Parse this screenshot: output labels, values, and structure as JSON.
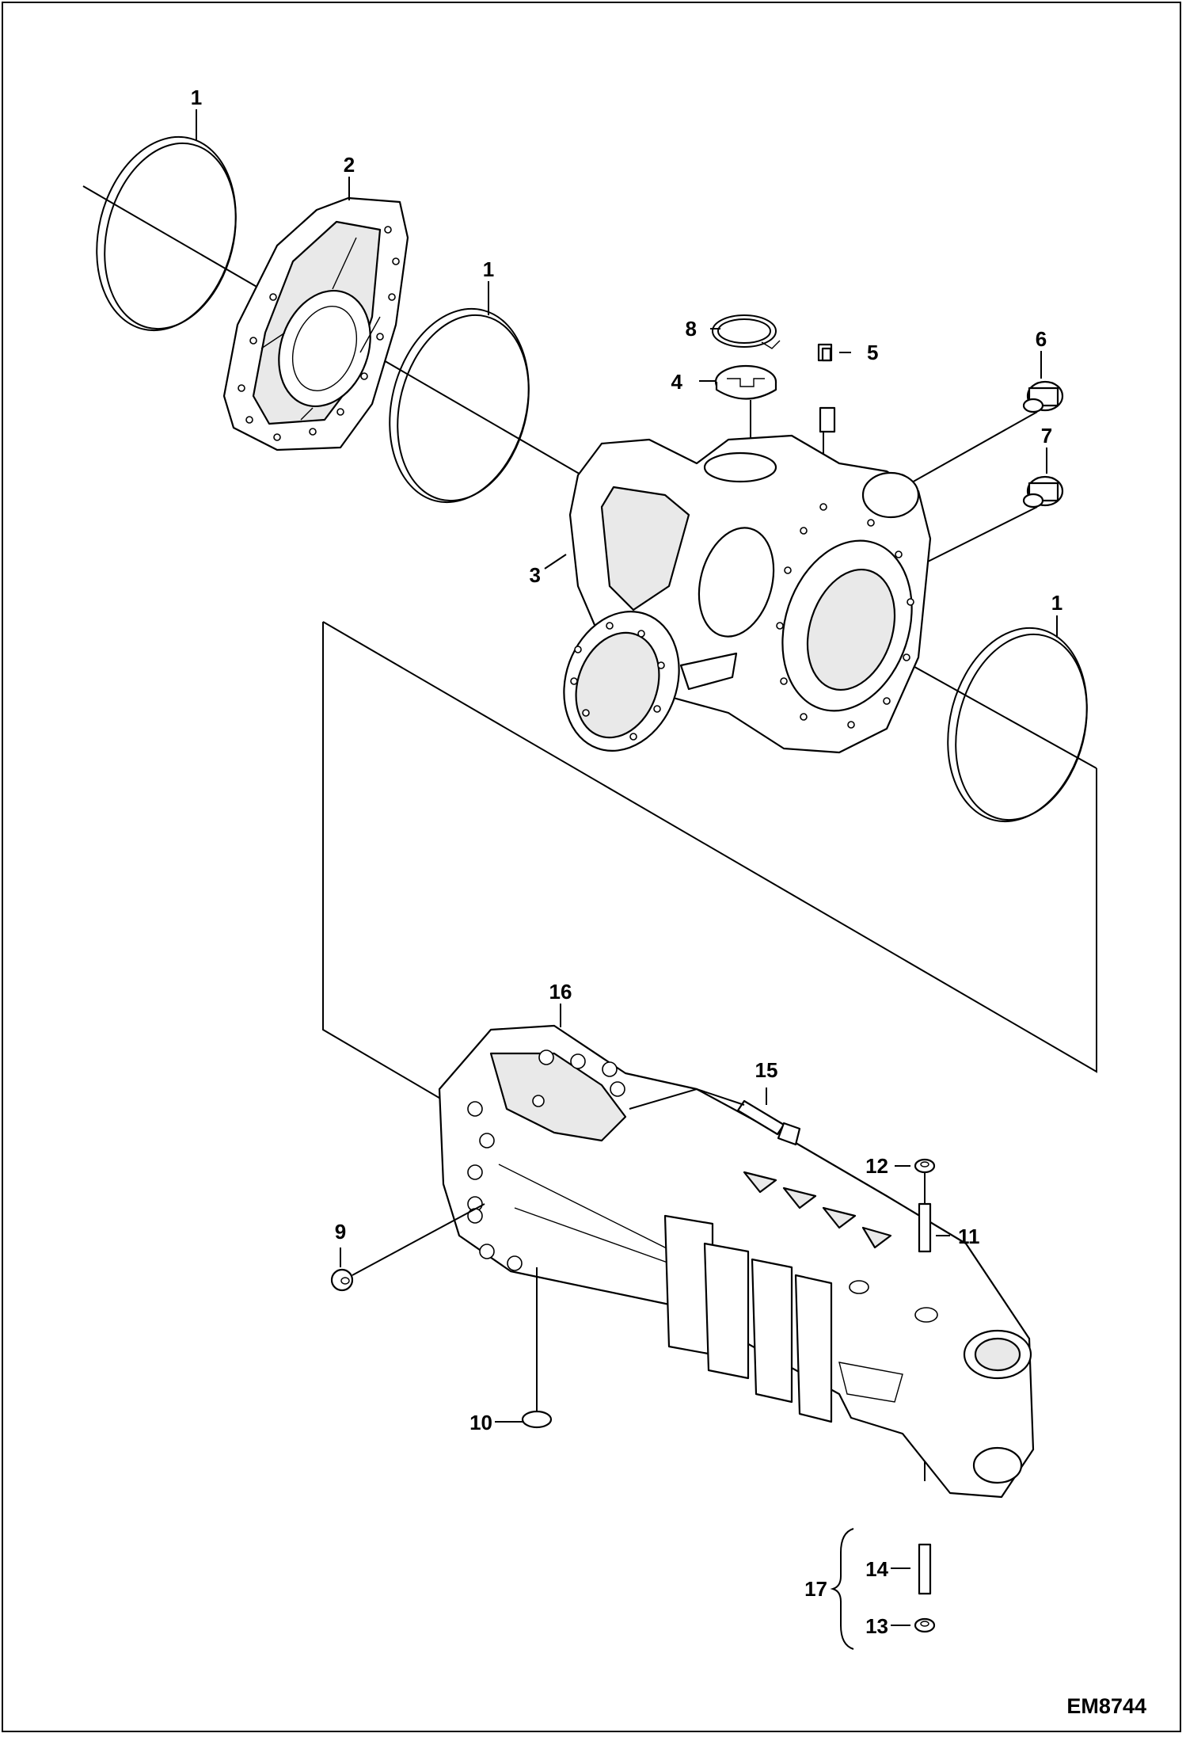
{
  "drawing": {
    "code": "EM8744",
    "callouts": [
      {
        "id": "c1a",
        "label": "1"
      },
      {
        "id": "c2",
        "label": "2"
      },
      {
        "id": "c1b",
        "label": "1"
      },
      {
        "id": "c8",
        "label": "8"
      },
      {
        "id": "c5",
        "label": "5"
      },
      {
        "id": "c6",
        "label": "6"
      },
      {
        "id": "c4",
        "label": "4"
      },
      {
        "id": "c7",
        "label": "7"
      },
      {
        "id": "c3",
        "label": "3"
      },
      {
        "id": "c1c",
        "label": "1"
      },
      {
        "id": "c16",
        "label": "16"
      },
      {
        "id": "c15",
        "label": "15"
      },
      {
        "id": "c12",
        "label": "12"
      },
      {
        "id": "c9",
        "label": "9"
      },
      {
        "id": "c11",
        "label": "11"
      },
      {
        "id": "c10",
        "label": "10"
      },
      {
        "id": "c14",
        "label": "14"
      },
      {
        "id": "c17",
        "label": "17"
      },
      {
        "id": "c13",
        "label": "13"
      }
    ]
  }
}
